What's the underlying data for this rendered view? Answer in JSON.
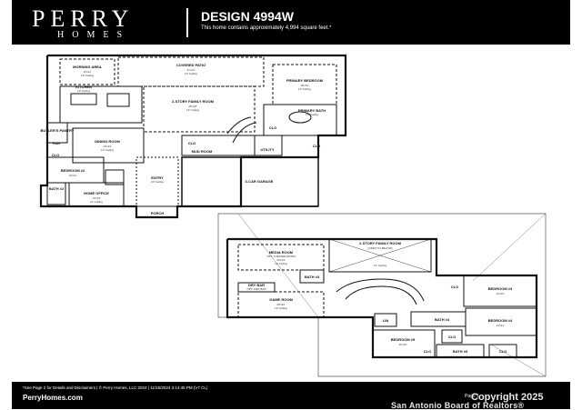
{
  "header": {
    "brand_top": "PERRY",
    "brand_bottom": "HOMES",
    "design_title": "DESIGN 4994W",
    "design_subtitle": "This home contains approximately 4,994 square feet.*"
  },
  "floor1": {
    "rooms": {
      "morning_area": "MORNING AREA",
      "morning_area_dim": "13'x11'",
      "morning_area_clg": "10' Ceiling",
      "kitchen": "KITCHEN",
      "kitchen_clg": "10' Ceiling",
      "covered_patio": "COVERED PATIO",
      "covered_patio_dim": "21'x11'",
      "covered_patio_clg": "10' Ceiling",
      "family_room": "2-STORY FAMILY ROOM",
      "family_room_dim": "25'x18'",
      "family_room_clg": "19' Ceiling",
      "primary_bedroom": "PRIMARY BEDROOM",
      "primary_bedroom_dim": "18'x16'",
      "primary_bedroom_clg": "10' Ceiling",
      "primary_bath": "PRIMARY BATH",
      "primary_bath_clg": "10' Ceiling",
      "butler": "BUTLER'S PANTRY",
      "pan": "PAN",
      "dining_room": "DINING ROOM",
      "dining_room_dim": "13'x13'",
      "dining_room_clg": "10' Ceiling",
      "clo_a": "CLO",
      "clo_b": "CLO",
      "clo_c": "CLO",
      "clo_d": "CLO",
      "mud_room": "MUD ROOM",
      "utility": "UTILITY",
      "bedroom2": "BEDROOM #2",
      "bedroom2_dim": "13'x11'",
      "bath2": "BATH #2",
      "entry": "ENTRY",
      "entry_clg": "20' Ceiling",
      "home_office": "HOME OFFICE",
      "home_office_dim": "14'x13'",
      "home_office_clg": "11' Ceiling",
      "garage": "3-CAR GARAGE",
      "porch": "PORCH"
    }
  },
  "floor2": {
    "rooms": {
      "media_room": "MEDIA ROOM",
      "media_room_opt": "OPT. THEATER ROOM",
      "media_room_dim": "20'x14'",
      "media_room_clg": "10' Ceiling",
      "family_room_open": "2-STORY FAMILY ROOM",
      "family_room_open_note": "(OPEN TO BELOW)",
      "family_room_open_clg": "21' Ceiling",
      "bath3": "BATH #3",
      "dry_bar": "DRY BAR",
      "opt_wet_bar": "OPT. WET BAR",
      "game_room": "GAME ROOM",
      "game_room_dim": "20'x15'",
      "game_room_clg": "10' Ceiling",
      "bedroom3": "BEDROOM #3",
      "bedroom3_dim": "14'x12'",
      "lin": "LIN",
      "bath4": "BATH #4",
      "bedroom4": "BEDROOM #4",
      "bedroom4_dim": "14'x11'",
      "bedroom5": "BEDROOM #5",
      "bedroom5_dim": "12'x12'",
      "clo_e": "CLO",
      "clo_f": "CLO",
      "clo_g": "CLO",
      "clo_h": "CLO",
      "bath5": "BATH #5"
    }
  },
  "footer": {
    "note": "*See Page 2 for Details and Disclaimers  |  © Perry Homes, LLC 2024  |  11/15/2024 3:14:45 PM (V7 CL)",
    "site": "PerryHomes.com",
    "page": "Page 1"
  },
  "watermark": {
    "line1": "Copyright 2025",
    "line2": "San Antonio Board of Realtors®"
  },
  "colors": {
    "bar": "#000000",
    "wall": "#111111",
    "background": "#ffffff"
  }
}
